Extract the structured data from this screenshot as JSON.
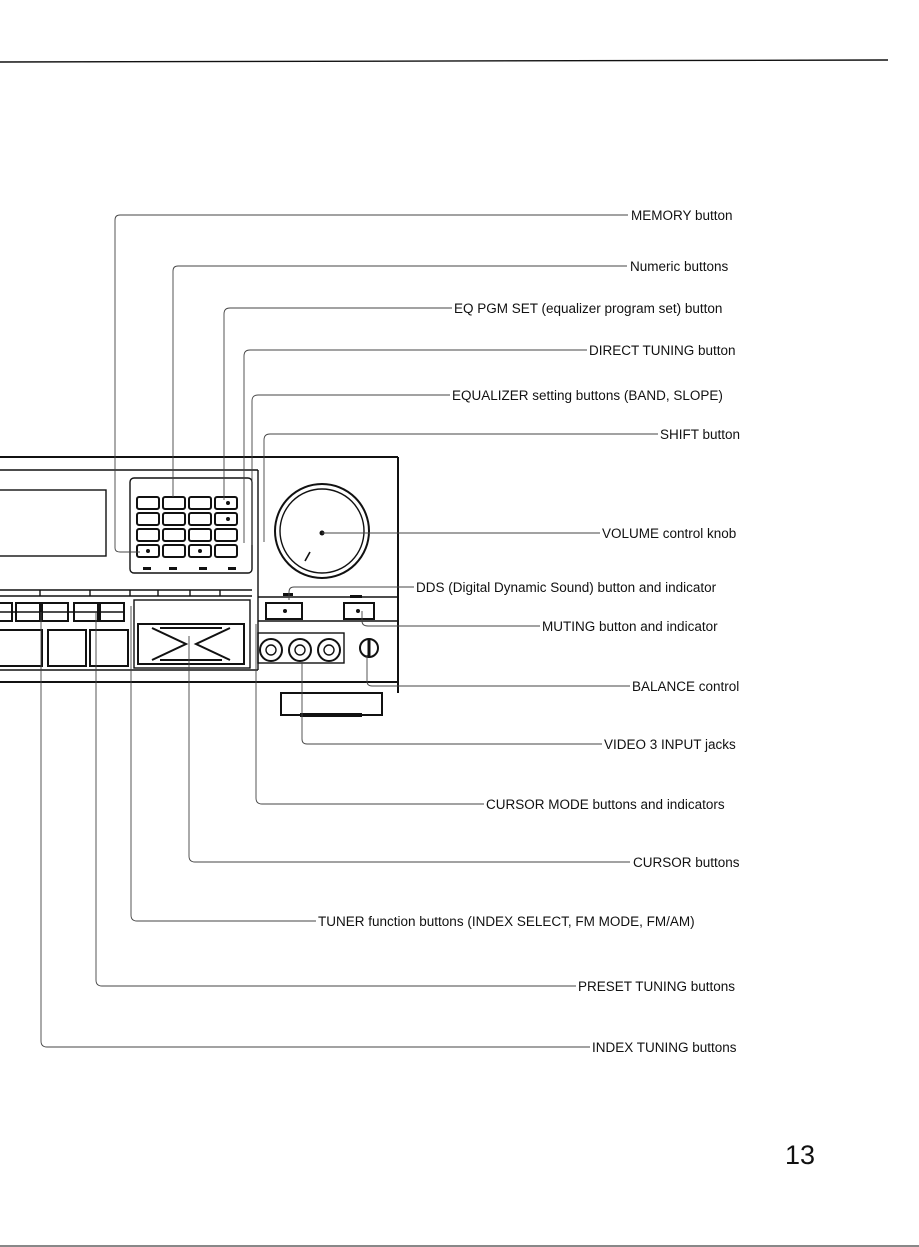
{
  "page_number": "13",
  "callouts": [
    {
      "id": "memory-button",
      "text": "MEMORY button"
    },
    {
      "id": "numeric-buttons",
      "text": "Numeric buttons"
    },
    {
      "id": "eq-pgm-set-button",
      "text": "EQ PGM SET (equalizer program set) button"
    },
    {
      "id": "direct-tuning-button",
      "text": "DIRECT TUNING button"
    },
    {
      "id": "equalizer-setting-buttons",
      "text": "EQUALIZER setting buttons (BAND, SLOPE)"
    },
    {
      "id": "shift-button",
      "text": "SHIFT button"
    },
    {
      "id": "volume-control-knob",
      "text": "VOLUME control knob"
    },
    {
      "id": "dds-button",
      "text": "DDS (Digital Dynamic Sound) button and indicator"
    },
    {
      "id": "muting-button",
      "text": "MUTING button and indicator"
    },
    {
      "id": "balance-control",
      "text": "BALANCE control"
    },
    {
      "id": "video3-input-jacks",
      "text": "VIDEO 3 INPUT jacks"
    },
    {
      "id": "cursor-mode-buttons",
      "text": "CURSOR MODE buttons and indicators"
    },
    {
      "id": "cursor-buttons",
      "text": "CURSOR buttons"
    },
    {
      "id": "tuner-function-buttons",
      "text": "TUNER function buttons (INDEX SELECT, FM MODE, FM/AM)"
    },
    {
      "id": "preset-tuning-buttons",
      "text": "PRESET TUNING buttons"
    },
    {
      "id": "index-tuning-buttons",
      "text": "INDEX TUNING buttons"
    }
  ]
}
